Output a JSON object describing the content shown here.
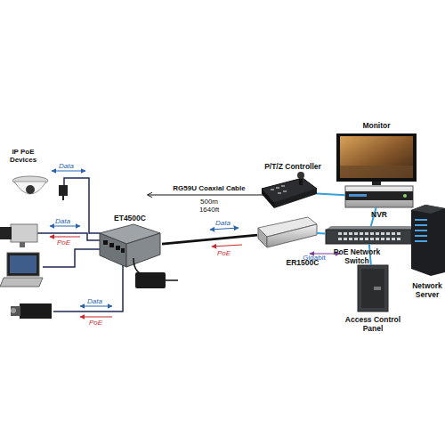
{
  "diagram": {
    "nodes": [
      {
        "text": [
          "ET4500C"
        ]
      },
      {
        "text": [
          "ER1500C"
        ]
      },
      {
        "text": [
          "PoE Network Switch"
        ]
      },
      {
        "text": [
          "P/T/Z Controller"
        ]
      },
      {
        "text": [
          "Monitor"
        ]
      },
      {
        "text": [
          "NVR"
        ]
      },
      {
        "text": [
          "Network Server"
        ]
      },
      {
        "text": [
          "Access Control Panel"
        ]
      }
    ],
    "edges": [
      {
        "from": 0,
        "to": 1,
        "arrow": "none"
      },
      {
        "from": 1,
        "to": 2,
        "arrow": "none",
        "label": "Gigabit"
      },
      {
        "from": 3,
        "to": 5,
        "arrow": "none"
      },
      {
        "from": 5,
        "to": 2,
        "arrow": "none"
      },
      {
        "from": 2,
        "to": 6,
        "arrow": "none"
      },
      {
        "from": 2,
        "to": 7,
        "arrow": "none"
      }
    ],
    "labels": [
      "IP PoE Devices",
      "Data",
      "Data",
      "PoE",
      "Data",
      "PoE",
      "RG59U Coaxial Cable",
      "500m",
      "1640ft",
      "Data",
      "PoE"
    ]
  }
}
